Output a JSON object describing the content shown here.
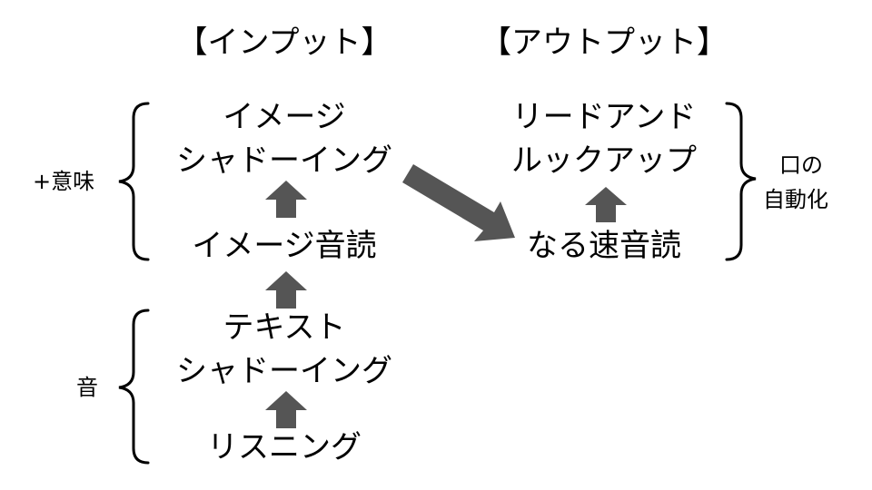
{
  "headers": {
    "input": "【インプット】",
    "output": "【アウトプット】"
  },
  "input_steps": {
    "image_shadowing_line1": "イメージ",
    "image_shadowing_line2": "シャドーイング",
    "image_ondoku": "イメージ音読",
    "text_shadowing_line1": "テキスト",
    "text_shadowing_line2": "シャドーイング",
    "listening": "リスニング"
  },
  "output_steps": {
    "read_look_up_line1": "リードアンド",
    "read_look_up_line2": "ルックアップ",
    "fast_ondoku": "なる速音読"
  },
  "side_labels": {
    "meaning": "+意味",
    "sound": "音",
    "mouth_line1": "口の",
    "mouth_line2": "自動化"
  },
  "colors": {
    "arrow": "#555555",
    "text": "#000000",
    "background": "#ffffff"
  }
}
